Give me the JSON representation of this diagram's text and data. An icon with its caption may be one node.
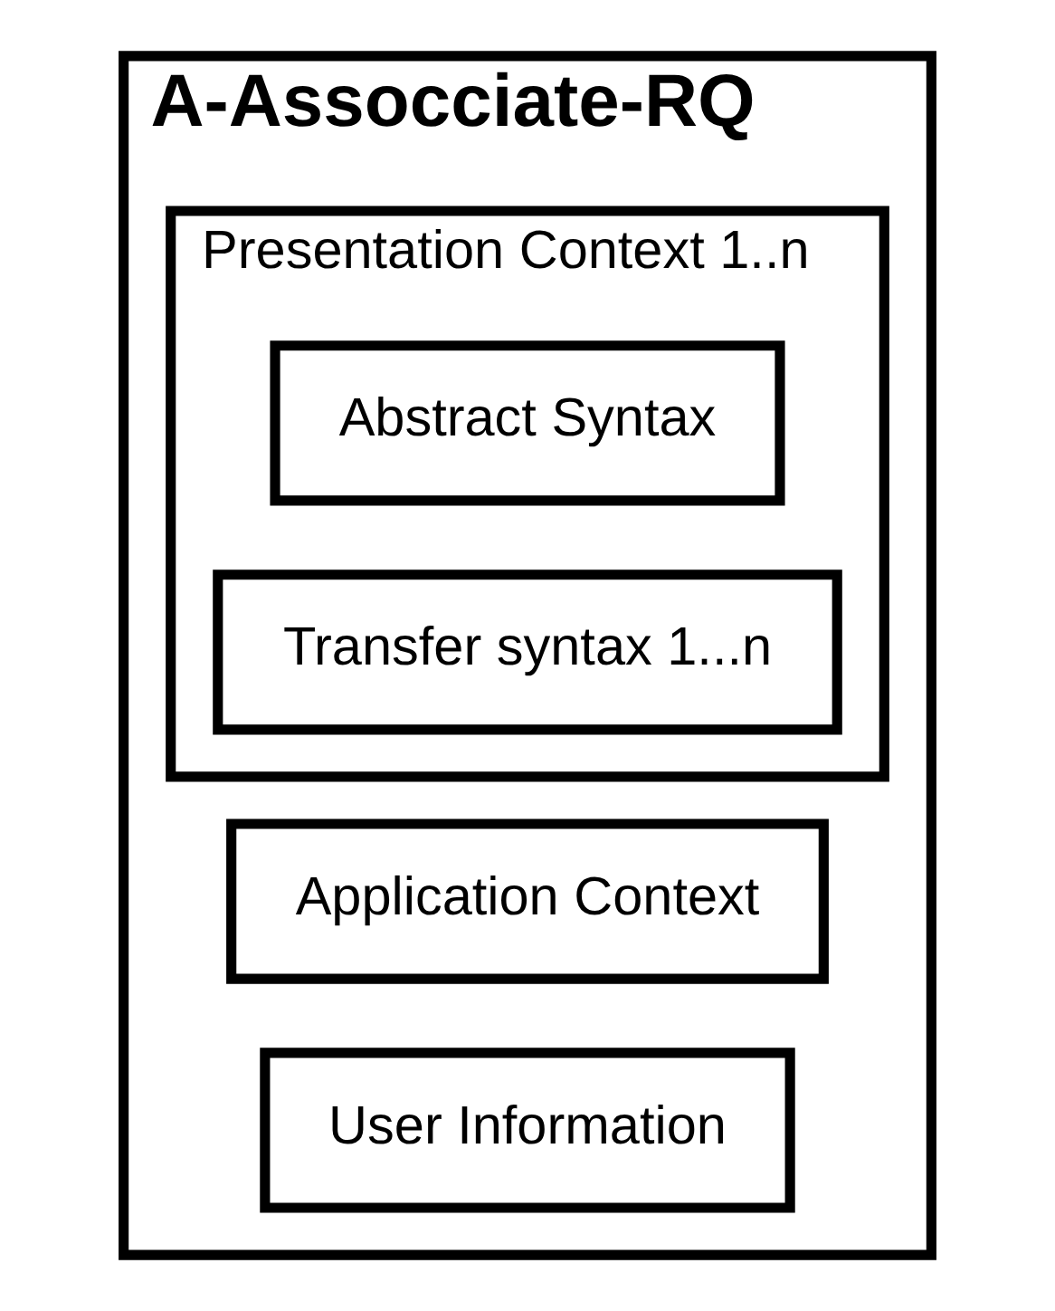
{
  "diagram": {
    "nodes": [
      {
        "text": [
          "A-Assocciate-RQ"
        ]
      },
      {
        "text": [
          "Application Context"
        ],
        "in": 0
      },
      {
        "text": [
          "Presentation Context 1..n"
        ],
        "in": 0
      },
      {
        "text": [
          "Abstract Syntax"
        ],
        "in": 2
      },
      {
        "text": [
          "Transfer syntax 1...n"
        ],
        "in": 2
      },
      {
        "text": [
          "User Information"
        ],
        "in": 0
      }
    ]
  }
}
